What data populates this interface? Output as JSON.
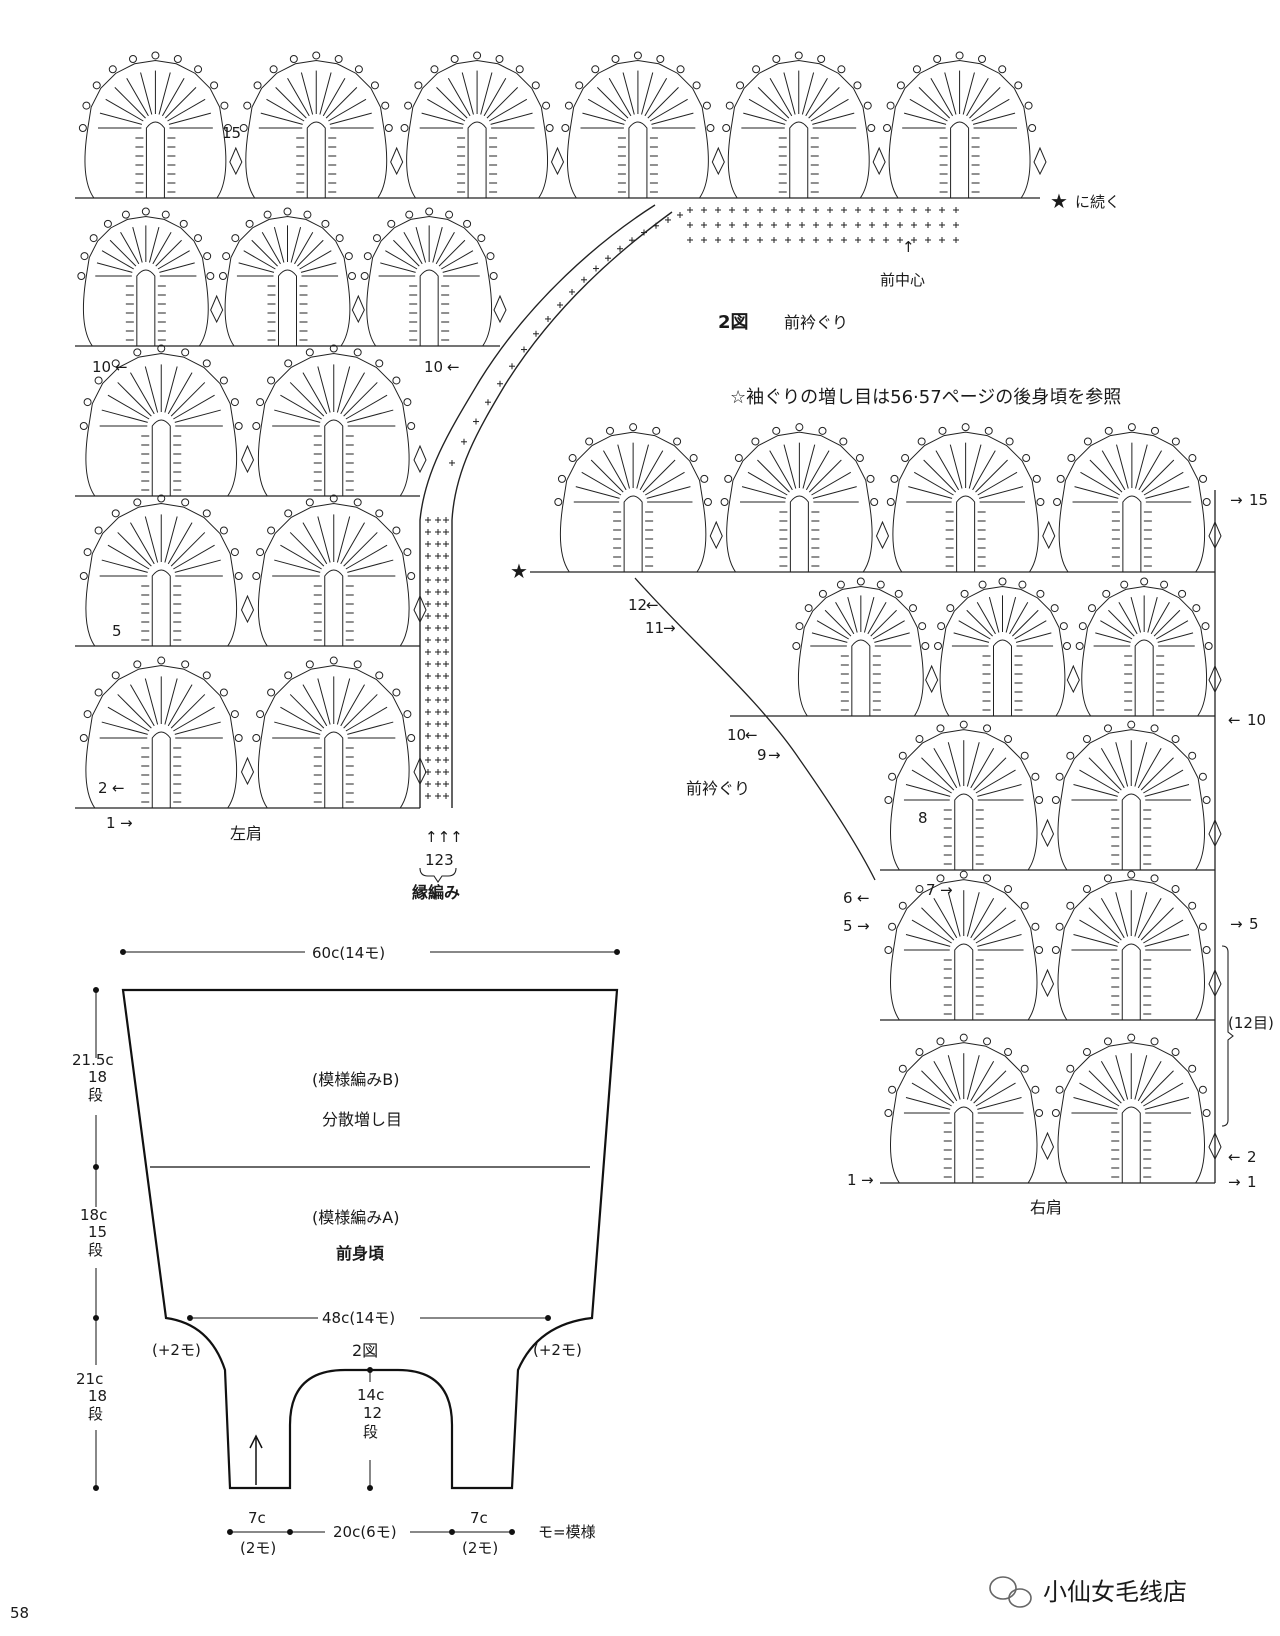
{
  "figure": {
    "caption_num": "2図",
    "caption_title": "前衿ぐり",
    "note": "☆袖ぐりの増し目は56·57ページの後身頃を参照",
    "continue_label": "に続く",
    "front_center": "前中心",
    "front_neck": "前衿ぐり",
    "left_shoulder": "左肩",
    "right_shoulder": "右肩",
    "edging_label": "縁編み",
    "edging_rows": "123",
    "bracket_12": "(12目)",
    "row_markers_left": {
      "r15": "15",
      "r10a": "10",
      "r10b": "10",
      "r5": "5",
      "r2": "2",
      "r1": "1"
    },
    "row_markers_right": {
      "r15": "15",
      "r12": "12",
      "r11": "11",
      "r10": "10",
      "r10r": "10",
      "r9": "9",
      "r8": "8",
      "r7": "7",
      "r6": "6",
      "r5": "5",
      "r5r": "5",
      "r2": "2",
      "r1": "1",
      "r1r": "1"
    }
  },
  "schematic": {
    "top_width": "60c(14モ)",
    "upper_title": "(模様編みB)",
    "upper_note": "分散増し目",
    "lower_title": "(模様編みA)",
    "lower_name": "前身頃",
    "mid_width": "48c(14モ)",
    "fig_ref": "2図",
    "inc_left": "(+2モ)",
    "inc_right": "(+2モ)",
    "h1": "21.5c",
    "h1_rows": "18",
    "h1_unit": "段",
    "h2": "18c",
    "h2_rows": "15",
    "h2_unit": "段",
    "h3": "21c",
    "h3_rows": "18",
    "h3_unit": "段",
    "neck_depth": "14c",
    "neck_rows": "12",
    "neck_unit": "段",
    "strap_left": "7c",
    "strap_left_m": "(2モ)",
    "neck_width": "20c(6モ)",
    "strap_right": "7c",
    "strap_right_m": "(2モ)",
    "legend": "モ=模様"
  },
  "footer": {
    "page_number": "58",
    "watermark": "小仙女毛线店"
  }
}
